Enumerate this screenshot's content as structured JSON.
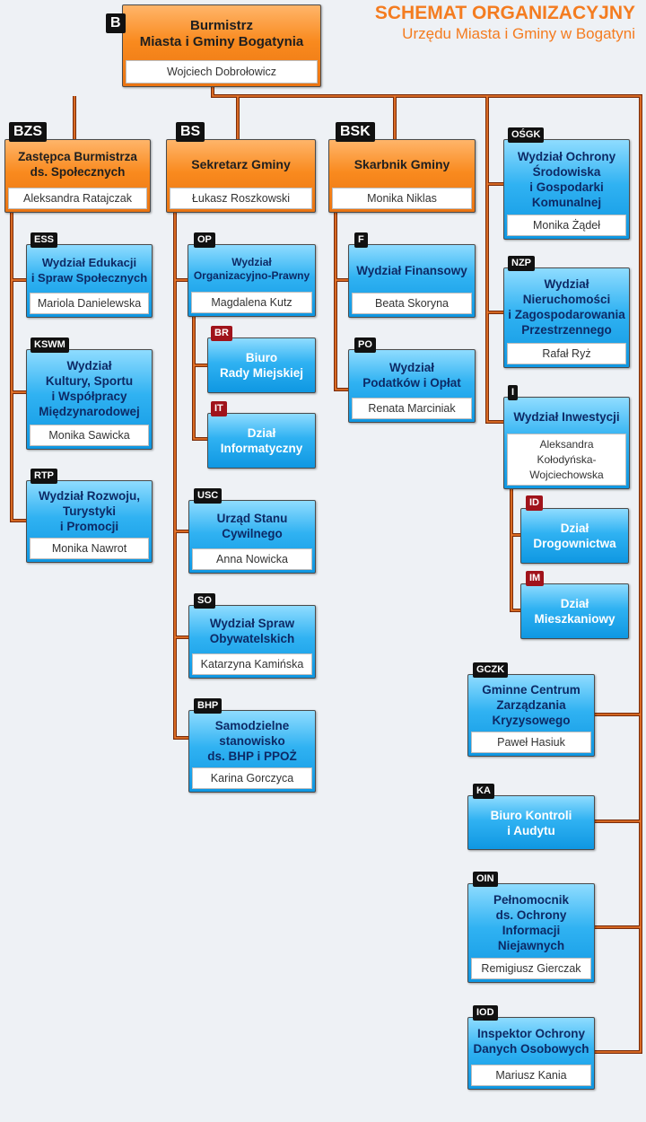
{
  "header": {
    "title": "SCHEMAT ORGANIZACYJNY",
    "subtitle": "Urzędu Miasta i Gminy w Bogatyni"
  },
  "units": {
    "b": {
      "code": "B",
      "name": "Burmistrz\nMiasta i Gminy Bogatynia",
      "person": "Wojciech Dobrołowicz"
    },
    "bzs": {
      "code": "BZS",
      "name": "Zastępca Burmistrza\nds. Społecznych",
      "person": "Aleksandra Ratajczak"
    },
    "bs": {
      "code": "BS",
      "name": "Sekretarz Gminy",
      "person": "Łukasz Roszkowski"
    },
    "bsk": {
      "code": "BSK",
      "name": "Skarbnik Gminy",
      "person": "Monika Niklas"
    },
    "osgk": {
      "code": "OŚGK",
      "name": "Wydział Ochrony\nŚrodowiska\ni Gospodarki\nKomunalnej",
      "person": "Monika Żądeł"
    },
    "ess": {
      "code": "ESS",
      "name": "Wydział Edukacji\ni Spraw Społecznych",
      "person": "Mariola Danielewska"
    },
    "kswm": {
      "code": "KSWM",
      "name": "Wydział\nKultury, Sportu\ni Współpracy\nMiędzynarodowej",
      "person": "Monika Sawicka"
    },
    "rtp": {
      "code": "RTP",
      "name": "Wydział Rozwoju,\nTurystyki\ni Promocji",
      "person": "Monika Nawrot"
    },
    "op": {
      "code": "OP",
      "name": "Wydział\nOrganizacyjno-Prawny",
      "person": "Magdalena Kutz"
    },
    "br": {
      "code": "BR",
      "name": "Biuro\nRady Miejskiej"
    },
    "it": {
      "code": "IT",
      "name": "Dział\nInformatyczny"
    },
    "usc": {
      "code": "USC",
      "name": "Urząd Stanu\nCywilnego",
      "person": "Anna Nowicka"
    },
    "so": {
      "code": "SO",
      "name": "Wydział Spraw\nObywatelskich",
      "person": "Katarzyna Kamińska"
    },
    "bhp": {
      "code": "BHP",
      "name": "Samodzielne\nstanowisko\nds. BHP i PPOŻ",
      "person": "Karina Gorczyca"
    },
    "f": {
      "code": "F",
      "name": "Wydział Finansowy",
      "person": "Beata Skoryna"
    },
    "po": {
      "code": "PO",
      "name": "Wydział\nPodatków i Opłat",
      "person": "Renata Marciniak"
    },
    "nzp": {
      "code": "NZP",
      "name": "Wydział\nNieruchomości\ni Zagospodarowania\nPrzestrzennego",
      "person": "Rafał Ryż"
    },
    "i": {
      "code": "I",
      "name": "Wydział Inwestycji",
      "person": "Aleksandra\nKołodyńska-\nWojciechowska"
    },
    "id": {
      "code": "ID",
      "name": "Dział\nDrogownictwa"
    },
    "im": {
      "code": "IM",
      "name": "Dział\nMieszkaniowy"
    },
    "gczk": {
      "code": "GCZK",
      "name": "Gminne Centrum\nZarządzania\nKryzysowego",
      "person": "Paweł Hasiuk"
    },
    "ka": {
      "code": "KA",
      "name": "Biuro Kontroli\ni Audytu"
    },
    "oin": {
      "code": "OIN",
      "name": "Pełnomocnik\nds. Ochrony\nInformacji\nNiejawnych",
      "person": "Remigiusz Gierczak"
    },
    "iod": {
      "code": "IOD",
      "name": "Inspektor Ochrony\nDanych Osobowych",
      "person": "Mariusz Kania"
    }
  },
  "colors": {
    "connector": "#c8501a",
    "leader_box": "#f98a1e",
    "unit_box": "#1ba3ea",
    "subunit_tag": "#a0131b"
  }
}
